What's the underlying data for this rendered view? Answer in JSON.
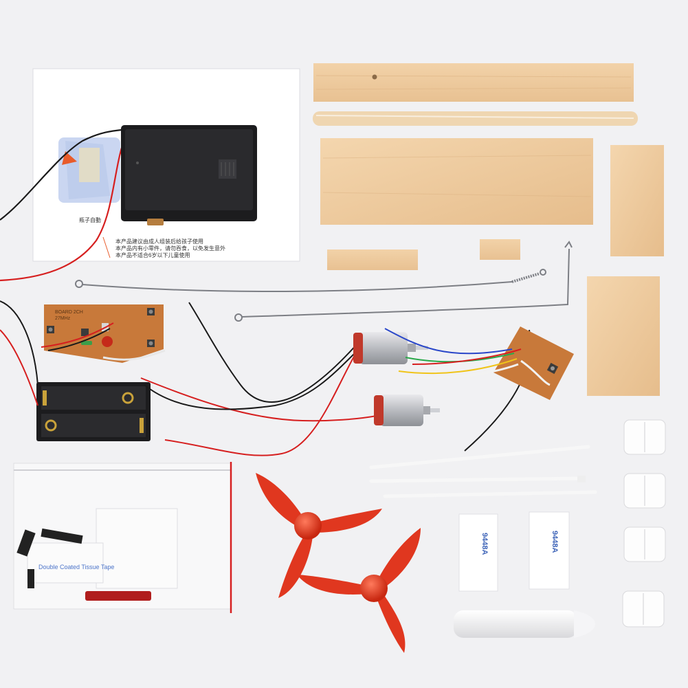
{
  "manual": {
    "caption": "瓶子自動",
    "line1": "本产品建议由成人组装后给孩子使用",
    "line2": "本产品内有小零件，请勿吞食，以免发生意外",
    "line3": "本产品不适合6岁以下儿童使用"
  },
  "board": {
    "label_a": "BOARD 2CH",
    "label_b": "27MHz"
  },
  "tape": {
    "code": "9448A",
    "text": "Double Coated Tissue Tape"
  },
  "colors": {
    "background": "#f1f1f3",
    "wood": "#ecc89c",
    "propeller": "#e0371f",
    "pcb": "#c8793a",
    "battery_box": "#1c1c1e",
    "red_wire": "#d61f1f",
    "black_wire": "#1a1a1a"
  }
}
